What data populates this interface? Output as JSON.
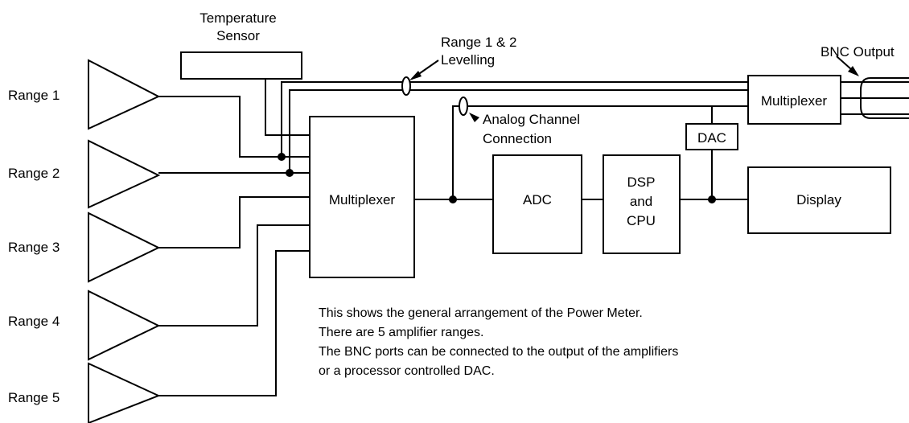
{
  "ranges": [
    "Range 1",
    "Range 2",
    "Range 3",
    "Range 4",
    "Range 5"
  ],
  "temp_sensor": {
    "line1": "Temperature",
    "line2": "Sensor"
  },
  "levelling": {
    "line1": "Range 1 & 2",
    "line2": "Levelling"
  },
  "bnc_output": "BNC Output",
  "mux_main": "Multiplexer",
  "mux_out": "Multiplexer",
  "dac": "DAC",
  "adc": "ADC",
  "dsp": {
    "line1": "DSP",
    "line2": "and",
    "line3": "CPU"
  },
  "display": "Display",
  "analog": {
    "line1": "Analog Channel",
    "line2": "Connection"
  },
  "description": [
    "This shows the general arrangement of the Power Meter.",
    "There are 5 amplifier ranges.",
    "The BNC ports can be connected to the output of the amplifiers",
    "or a processor controlled DAC."
  ]
}
